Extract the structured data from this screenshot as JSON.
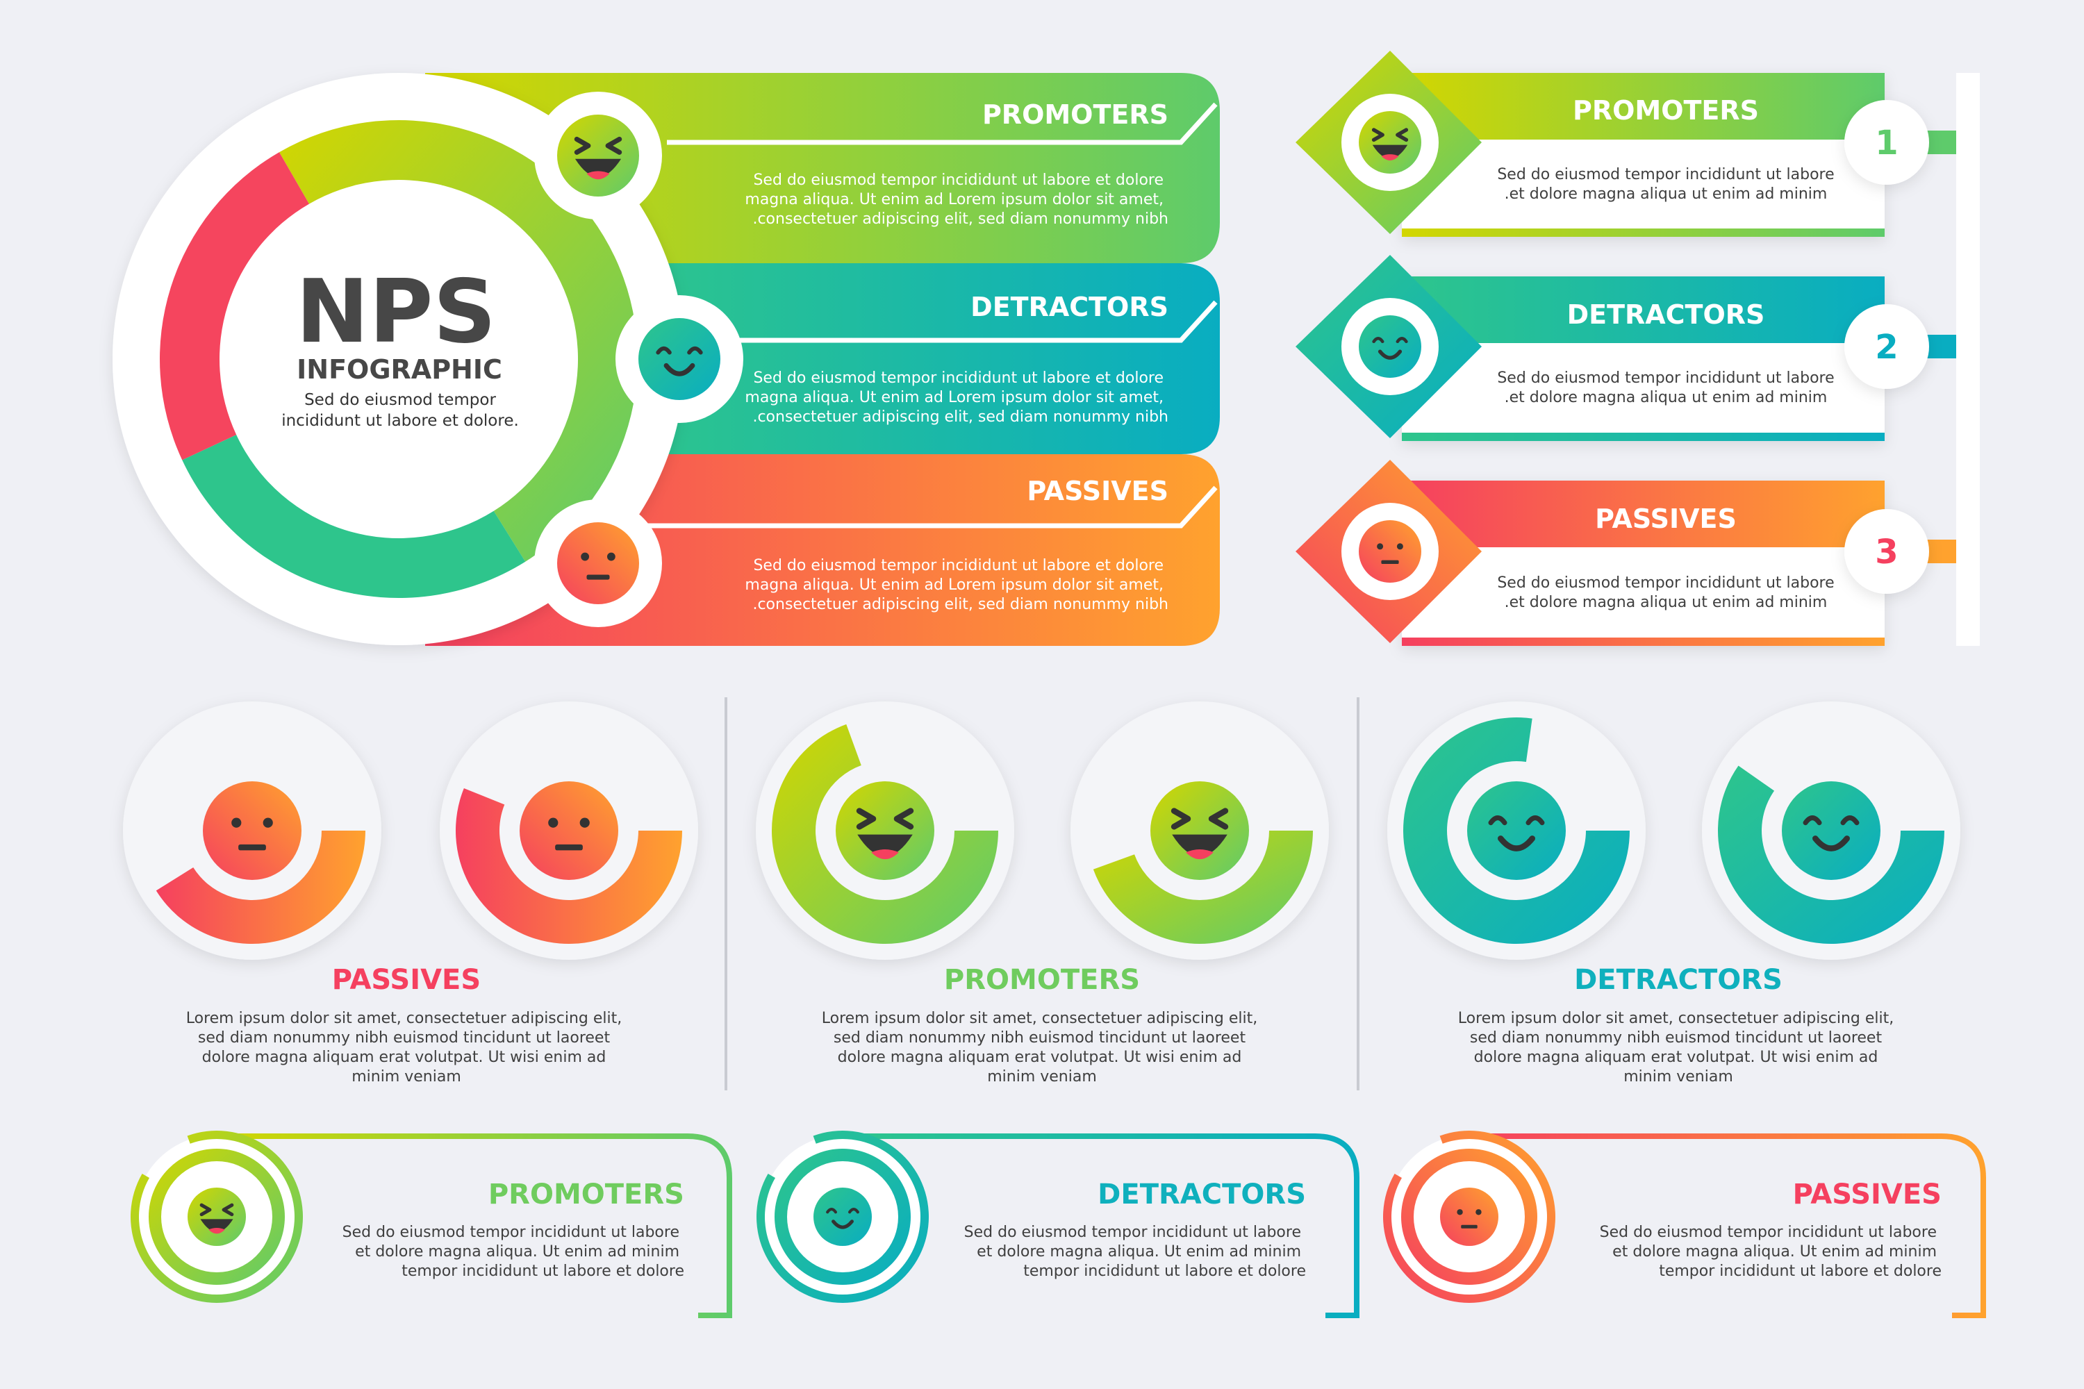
{
  "colors": {
    "promoters": [
      "#d3d600",
      "#5ecb6b"
    ],
    "detractors": [
      "#2ec58c",
      "#09adc1"
    ],
    "passives": [
      "#f5405f",
      "#ffa22e"
    ],
    "background": "#eff0f5",
    "text_dark": "#444444"
  },
  "hero": {
    "title": "NPS",
    "subtitle": "INFOGRAPHIC",
    "text": [
      "Sed do eiusmod tempor",
      "incididunt ut labore et dolore."
    ]
  },
  "bands": [
    {
      "title": "PROMOTERS",
      "icon": "laughing-face-icon",
      "text": [
        "Sed do eiusmod tempor incididunt ut labore et dolore",
        "magna aliqua. Ut enim ad Lorem ipsum dolor sit amet,",
        ".consectetuer adipiscing elit, sed diam nonummy nibh"
      ]
    },
    {
      "title": "DETRACTORS",
      "icon": "smiling-face-icon",
      "text": [
        "Sed do eiusmod tempor incididunt ut labore et dolore",
        "magna aliqua. Ut enim ad Lorem ipsum dolor sit amet,",
        ".consectetuer adipiscing elit, sed diam nonummy nibh"
      ]
    },
    {
      "title": "PASSIVES",
      "icon": "neutral-face-icon",
      "text": [
        "Sed do eiusmod tempor incididunt ut labore et dolore",
        "magna aliqua. Ut enim ad Lorem ipsum dolor sit amet,",
        ".consectetuer adipiscing elit, sed diam nonummy nibh"
      ]
    }
  ],
  "numbered": [
    {
      "number": "1",
      "title": "PROMOTERS",
      "text": [
        "Sed do eiusmod tempor incididunt ut labore",
        ".et dolore magna aliqua ut enim ad minim"
      ]
    },
    {
      "number": "2",
      "title": "DETRACTORS",
      "text": [
        "Sed do eiusmod tempor incididunt ut labore",
        ".et dolore magna aliqua ut enim ad minim"
      ]
    },
    {
      "number": "3",
      "title": "PASSIVES",
      "text": [
        "Sed do eiusmod tempor incididunt ut labore",
        ".et dolore magna aliqua ut enim ad minim"
      ]
    }
  ],
  "gauges": [
    {
      "title": "PASSIVES",
      "text": [
        "Lorem ipsum dolor sit amet, consectetuer adipiscing elit,",
        "sed diam nonummy nibh euismod tincidunt ut laoreet",
        "dolore magna aliquam erat volutpat. Ut wisi enim ad",
        "minim veniam"
      ]
    },
    {
      "title": "PROMOTERS",
      "text": [
        "Lorem ipsum dolor sit amet, consectetuer adipiscing elit,",
        "sed diam nonummy nibh euismod tincidunt ut laoreet",
        "dolore magna aliquam erat volutpat. Ut wisi enim ad",
        "minim veniam"
      ]
    },
    {
      "title": "DETRACTORS",
      "text": [
        "Lorem ipsum dolor sit amet, consectetuer adipiscing elit,",
        "sed diam nonummy nibh euismod tincidunt ut laoreet",
        "dolore magna aliquam erat volutpat. Ut wisi enim ad",
        "minim veniam"
      ]
    }
  ],
  "cards": [
    {
      "title": "PROMOTERS",
      "text": [
        "Sed do eiusmod tempor incididunt ut labore",
        "et dolore magna aliqua. Ut enim ad minim",
        "tempor incididunt ut labore et dolore"
      ]
    },
    {
      "title": "DETRACTORS",
      "text": [
        "Sed do eiusmod tempor incididunt ut labore",
        "et dolore magna aliqua. Ut enim ad minim",
        "tempor incididunt ut labore et dolore"
      ]
    },
    {
      "title": "PASSIVES",
      "text": [
        "Sed do eiusmod tempor incididunt ut labore",
        "et dolore magna aliqua. Ut enim ad minim",
        "tempor incididunt ut labore et dolore"
      ]
    }
  ]
}
